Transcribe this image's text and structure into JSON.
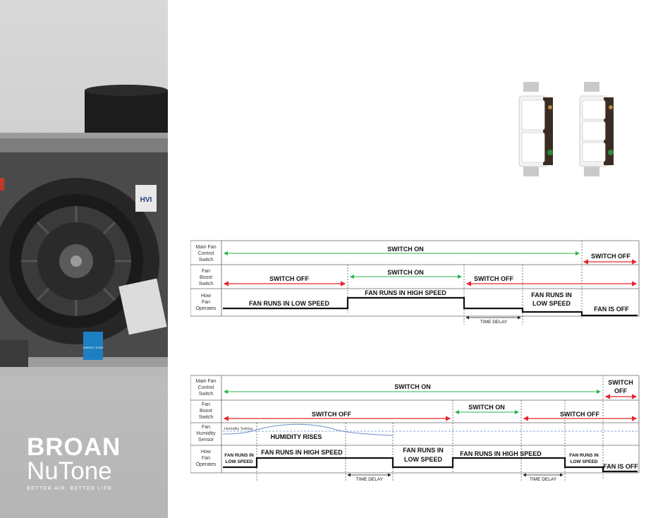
{
  "brand": {
    "top": "BROAN",
    "bottom": "NuTone",
    "tagline": "BETTER AIR. BETTER LIFE."
  },
  "photo": {
    "hvi_label": "HVI",
    "energy_star_label": "ENERGY STAR"
  },
  "diagram1": {
    "row_labels": [
      [
        "Main Fan",
        "Control",
        "Switch"
      ],
      [
        "Fan",
        "Boost",
        "Switch"
      ],
      [
        "How",
        "Fan",
        "Operates"
      ]
    ],
    "main_on": "SWITCH ON",
    "main_off": "SWITCH OFF",
    "boost_off": "SWITCH OFF",
    "boost_on": "SWITCH ON",
    "boost_off2": "SWITCH OFF",
    "low_speed": "FAN RUNS IN LOW SPEED",
    "high_speed": "FAN RUNS IN HIGH SPEED",
    "low_speed2_a": "FAN RUNS IN",
    "low_speed2_b": "LOW SPEED",
    "fan_off": "FAN IS OFF",
    "time_delay": "TIME DELAY"
  },
  "diagram2": {
    "row_labels": [
      [
        "Main Fan",
        "Control",
        "Switch"
      ],
      [
        "Fan",
        "Boost",
        "Switch"
      ],
      [
        "Fan",
        "Humidity",
        "Sensor"
      ],
      [
        "How",
        "Fan",
        "Operates"
      ]
    ],
    "main_on": "SWITCH ON",
    "main_off_a": "SWITCH",
    "main_off_b": "OFF",
    "boost_off": "SWITCH OFF",
    "boost_on": "SWITCH ON",
    "boost_off2": "SWITCH OFF",
    "humidity_setting": "Humidity Setting",
    "humidity_rises": "HUMIDITY RISES",
    "low1_a": "FAN RUNS IN",
    "low1_b": "LOW SPEED",
    "high1": "FAN RUNS IN HIGH SPEED",
    "low2_a": "FAN RUNS IN",
    "low2_b": "LOW SPEED",
    "high2": "FAN RUNS IN HIGH SPEED",
    "low3_a": "FAN RUNS IN",
    "low3_b": "LOW SPEED",
    "fan_off": "FAN IS OFF",
    "time_delay_1": "TIME DELAY",
    "time_delay_2": "TIME DELAY"
  },
  "colors": {
    "green_arrow": "#2bb34a",
    "red_arrow": "#e8262d",
    "humidity_curve": "#6a8fc9"
  }
}
